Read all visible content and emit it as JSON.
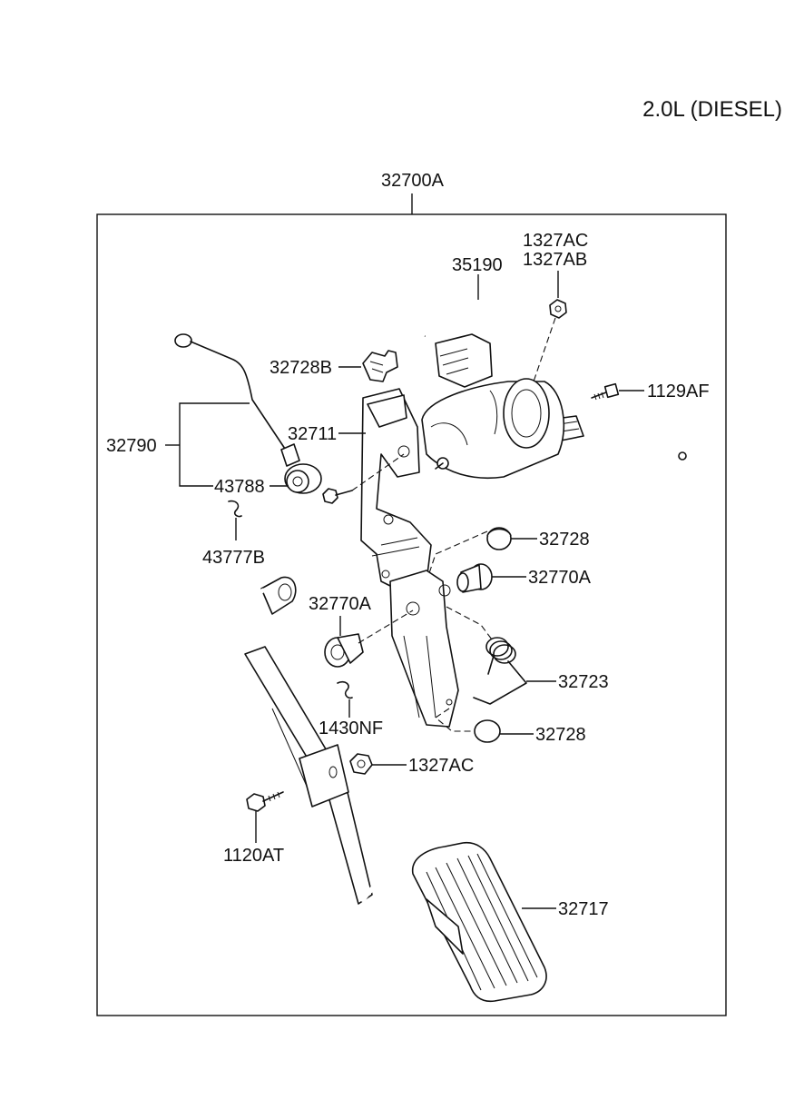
{
  "engine_label": "2.0L (DIESEL)",
  "labels": {
    "assembly": "32700A",
    "bolt_1327ac_top": "1327AC",
    "nut_1327ab": "1327AB",
    "harness": "35190",
    "clip": "32728B",
    "bolt_1129af": "1129AF",
    "bracket": "32711",
    "sensor_group": "32790",
    "sensor_ring": "43788",
    "pin_43777b": "43777B",
    "cap_upper": "32728",
    "bushing_right": "32770A",
    "bushing_left": "32770A",
    "spring": "32723",
    "pin_1430nf": "1430NF",
    "cap_lower": "32728",
    "nut_1327ac_lower": "1327AC",
    "bolt_1120at": "1120AT",
    "pedal_pad": "32717"
  }
}
